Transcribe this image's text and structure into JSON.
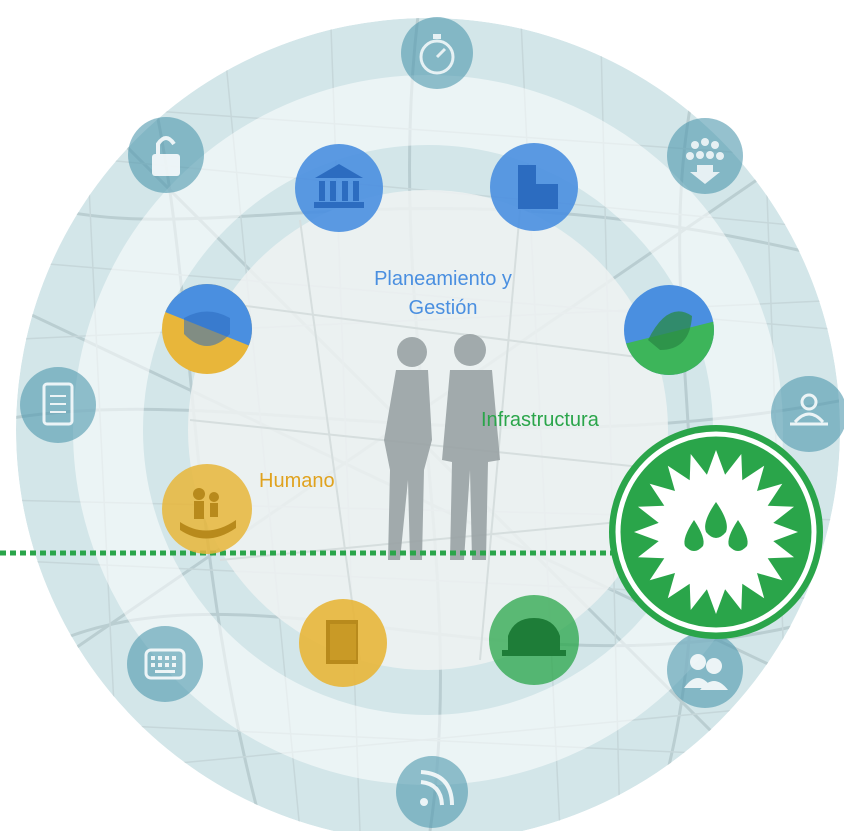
{
  "labels": {
    "planning_line1": "Planeamiento y",
    "planning_line2": "Gestión",
    "infrastructure": "Infrastructura",
    "human": "Humano"
  },
  "colors": {
    "planning": "#4a8fe0",
    "infrastructure": "#2aa54a",
    "human": "#e8b63a",
    "outer_icon": "#4f97ad",
    "ring": "#cfe6e8",
    "map": "#c2d3d6",
    "connector": "#2aa54a"
  },
  "outer_icons": [
    {
      "name": "stopwatch-icon"
    },
    {
      "name": "group-distribution-icon"
    },
    {
      "name": "person-arrows-icon"
    },
    {
      "name": "users-icon"
    },
    {
      "name": "wifi-icon"
    },
    {
      "name": "keyboard-icon"
    },
    {
      "name": "checklist-icon"
    },
    {
      "name": "padlock-icon"
    }
  ],
  "inner_icons": [
    {
      "name": "government-building-icon",
      "category": "planning"
    },
    {
      "name": "office-buildings-icon",
      "category": "planning"
    },
    {
      "name": "environment-leaf-icon",
      "category": "planning-infrastructure"
    },
    {
      "name": "car-icon",
      "category": "infrastructure"
    },
    {
      "name": "book-icon",
      "category": "human"
    },
    {
      "name": "family-hand-icon",
      "category": "human"
    },
    {
      "name": "police-badge-icon",
      "category": "planning-human"
    }
  ],
  "highlight": {
    "name": "water-drops-icon",
    "category": "infrastructure"
  }
}
